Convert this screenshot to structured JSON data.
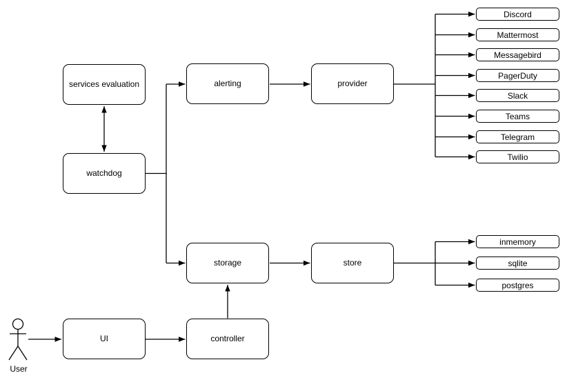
{
  "diagram": {
    "colors": {
      "background": "#ffffff",
      "stroke": "#000000",
      "node_fill": "#ffffff",
      "text": "#000000"
    },
    "nodes": {
      "services_evaluation": {
        "label": "services evaluation"
      },
      "watchdog": {
        "label": "watchdog"
      },
      "alerting": {
        "label": "alerting"
      },
      "provider": {
        "label": "provider"
      },
      "storage": {
        "label": "storage"
      },
      "store": {
        "label": "store"
      },
      "ui": {
        "label": "UI"
      },
      "controller": {
        "label": "controller"
      }
    },
    "provider_items": [
      "Discord",
      "Mattermost",
      "Messagebird",
      "PagerDuty",
      "Slack",
      "Teams",
      "Telegram",
      "Twilio"
    ],
    "store_items": [
      "inmemory",
      "sqlite",
      "postgres"
    ],
    "actor": {
      "label": "User"
    },
    "edges": [
      {
        "from": "services_evaluation",
        "to": "watchdog",
        "type": "bidirectional-arrow"
      },
      {
        "from": "watchdog",
        "to": "alerting",
        "type": "arrow"
      },
      {
        "from": "watchdog",
        "to": "storage",
        "type": "arrow"
      },
      {
        "from": "alerting",
        "to": "provider",
        "type": "arrow"
      },
      {
        "from": "provider",
        "to": "Discord",
        "type": "arrow"
      },
      {
        "from": "provider",
        "to": "Mattermost",
        "type": "arrow"
      },
      {
        "from": "provider",
        "to": "Messagebird",
        "type": "arrow"
      },
      {
        "from": "provider",
        "to": "PagerDuty",
        "type": "arrow"
      },
      {
        "from": "provider",
        "to": "Slack",
        "type": "arrow"
      },
      {
        "from": "provider",
        "to": "Teams",
        "type": "arrow"
      },
      {
        "from": "provider",
        "to": "Telegram",
        "type": "arrow"
      },
      {
        "from": "provider",
        "to": "Twilio",
        "type": "arrow"
      },
      {
        "from": "storage",
        "to": "store",
        "type": "arrow"
      },
      {
        "from": "store",
        "to": "inmemory",
        "type": "arrow"
      },
      {
        "from": "store",
        "to": "sqlite",
        "type": "arrow"
      },
      {
        "from": "store",
        "to": "postgres",
        "type": "arrow"
      },
      {
        "from": "User",
        "to": "ui",
        "type": "arrow"
      },
      {
        "from": "ui",
        "to": "controller",
        "type": "arrow"
      },
      {
        "from": "controller",
        "to": "storage",
        "type": "arrow"
      }
    ]
  }
}
